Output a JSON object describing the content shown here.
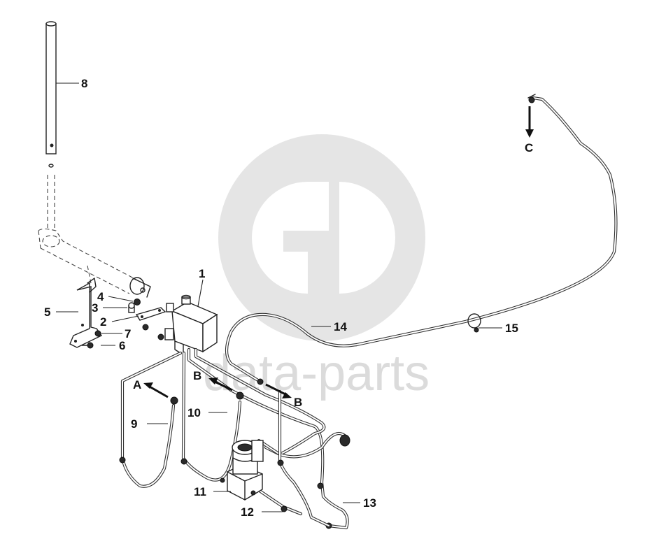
{
  "watermark": {
    "text": "data-parts",
    "color": "#bdbdbd"
  },
  "callouts": [
    {
      "id": "1",
      "label": "1"
    },
    {
      "id": "2",
      "label": "2"
    },
    {
      "id": "3",
      "label": "3"
    },
    {
      "id": "4",
      "label": "4"
    },
    {
      "id": "5",
      "label": "5"
    },
    {
      "id": "6",
      "label": "6"
    },
    {
      "id": "7",
      "label": "7"
    },
    {
      "id": "8",
      "label": "8"
    },
    {
      "id": "9",
      "label": "9"
    },
    {
      "id": "10",
      "label": "10"
    },
    {
      "id": "11",
      "label": "11"
    },
    {
      "id": "12",
      "label": "12"
    },
    {
      "id": "13",
      "label": "13"
    },
    {
      "id": "14",
      "label": "14"
    },
    {
      "id": "15",
      "label": "15"
    }
  ],
  "connection_markers": [
    {
      "id": "A",
      "label": "A"
    },
    {
      "id": "B_left",
      "label": "B"
    },
    {
      "id": "B_right",
      "label": "B"
    },
    {
      "id": "C",
      "label": "C"
    }
  ],
  "colors": {
    "line": "#222222",
    "background": "#ffffff"
  }
}
